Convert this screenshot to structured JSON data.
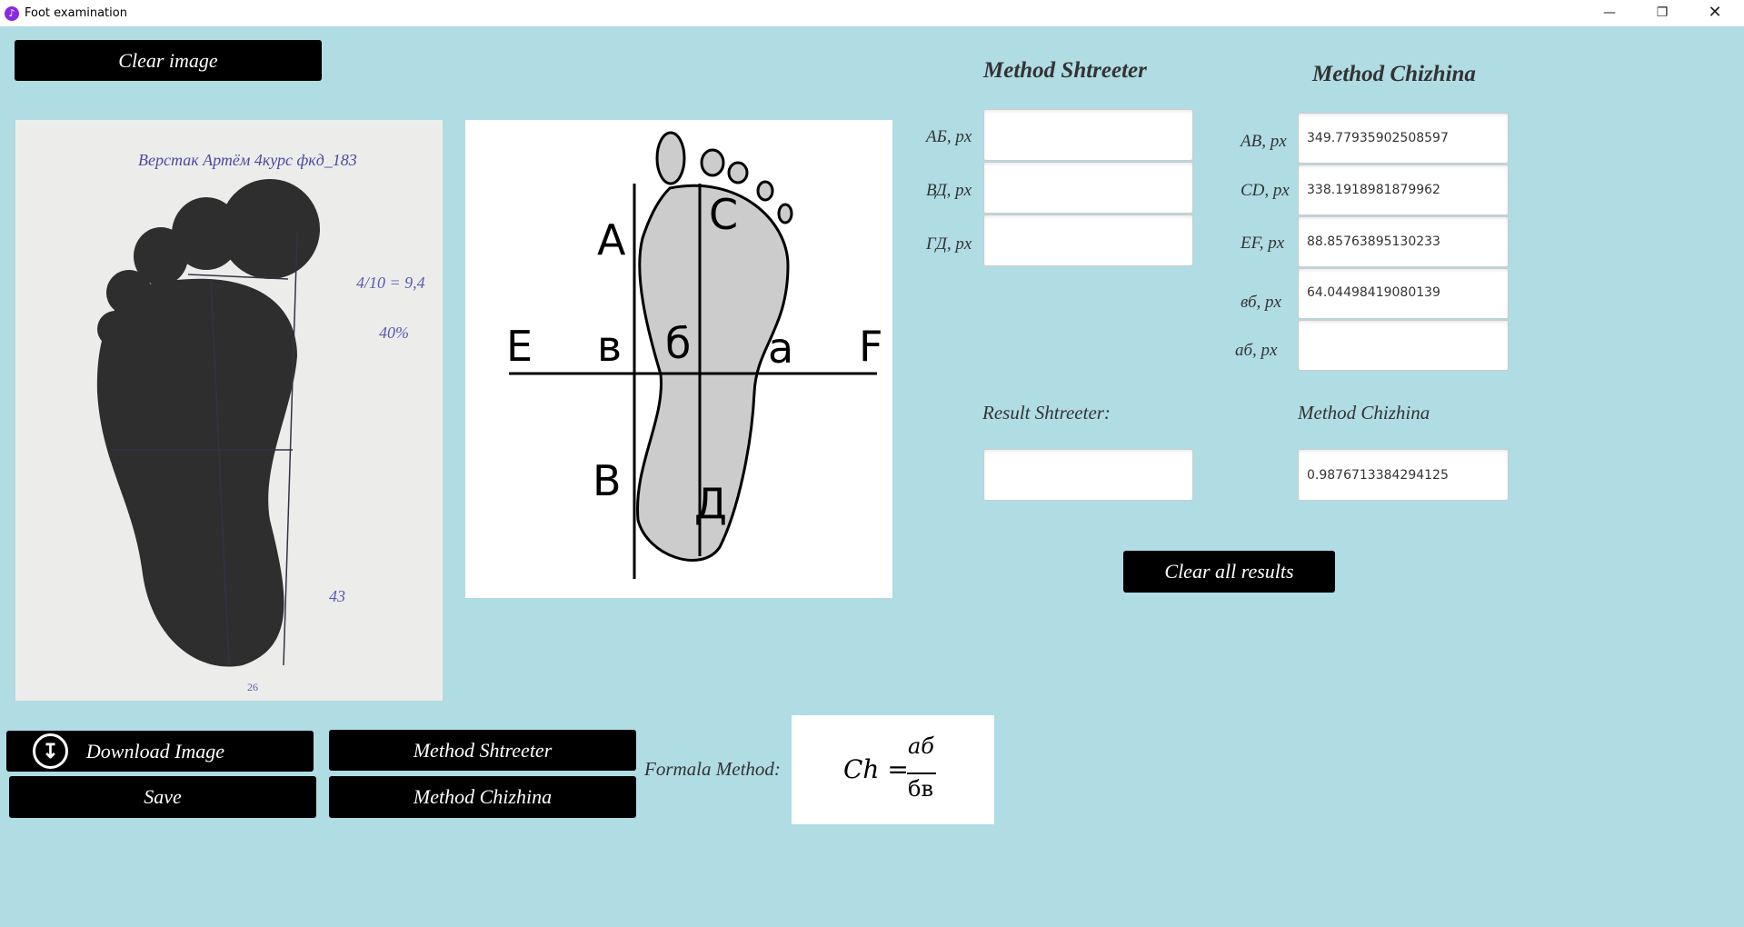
{
  "window": {
    "title": "Foot examination",
    "controls": [
      "minimize",
      "restore",
      "close"
    ]
  },
  "toolbar": {
    "clear_image": "Clear image",
    "clear_all": "Clear all results",
    "download": "Download Image",
    "save": "Save",
    "method_shtreeter": "Method Shtreeter",
    "method_chizhina": "Method Chizhina"
  },
  "photo": {
    "handwriting": "Верстак Артём 4курс фкд_183",
    "note1": "4/10 = 9,4",
    "note2": "40%",
    "note3": "43",
    "note4": "26"
  },
  "diagram": {
    "labels": {
      "A": "A",
      "C": "C",
      "E": "E",
      "F": "F",
      "B": "B",
      "D": "Д",
      "v": "в",
      "b": "б",
      "a": "а"
    }
  },
  "shtreeter": {
    "title": "Method Shtreeter",
    "fields": [
      {
        "label": "АБ, px",
        "value": ""
      },
      {
        "label": "ВД, px",
        "value": ""
      },
      {
        "label": "ГД, px",
        "value": ""
      }
    ],
    "result_label": "Result Shtreeter:",
    "result_value": ""
  },
  "chizhina": {
    "title": "Method Chizhina",
    "fields": [
      {
        "label": "AB, px",
        "value": "349.77935902508597"
      },
      {
        "label": "CD, px",
        "value": "338.1918981879962"
      },
      {
        "label": "EF, px",
        "value": "88.85763895130233"
      },
      {
        "label": "вб, px",
        "value": "64.04498419080139"
      },
      {
        "label": "аб, px",
        "value": ""
      }
    ],
    "result_label": "Method Chizhina",
    "result_value": "0.9876713384294125"
  },
  "formula": {
    "label": "Formala Method:",
    "lhs": "Ch =",
    "numerator": "аб",
    "denominator": "бв"
  }
}
